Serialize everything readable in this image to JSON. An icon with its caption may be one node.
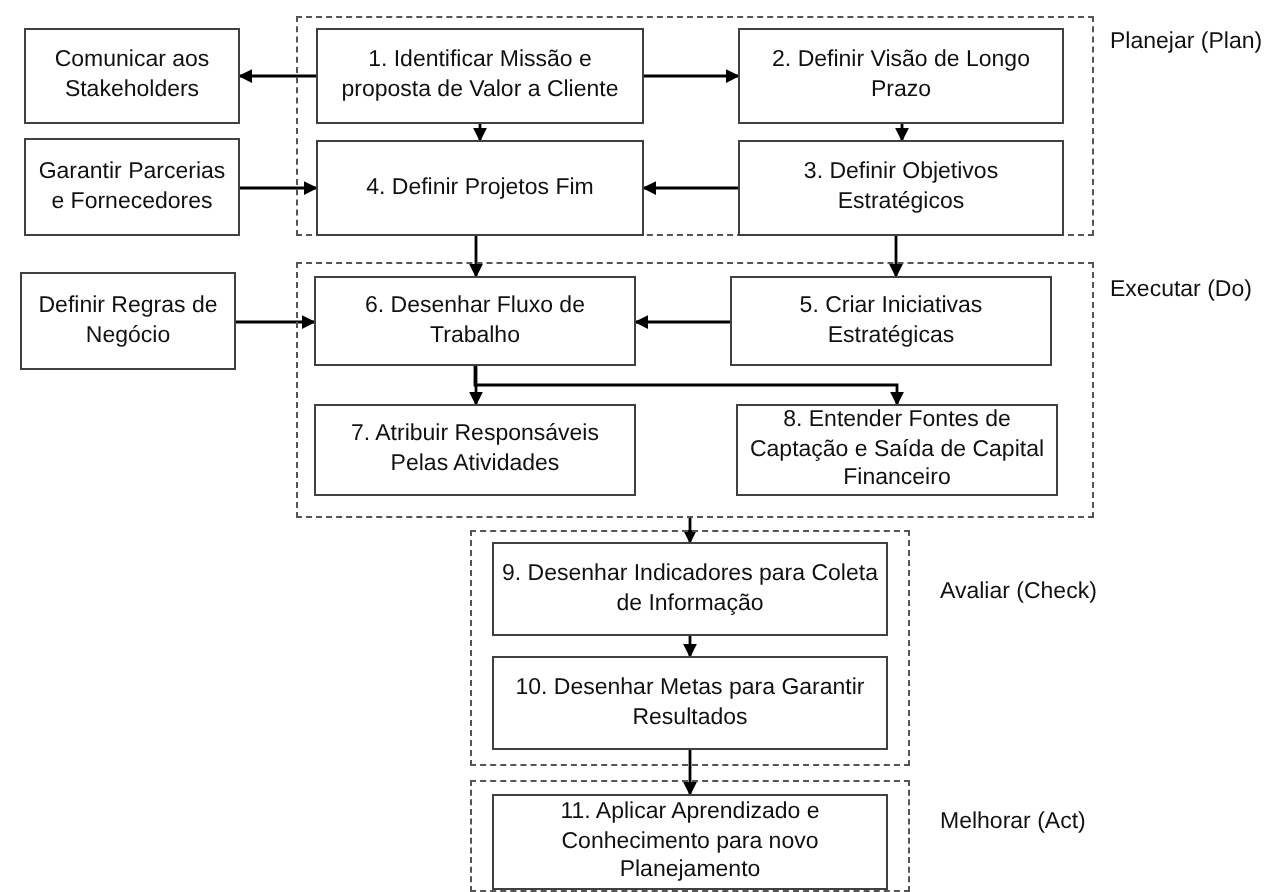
{
  "diagram": {
    "nodes": [
      {
        "text": [
          "Planejar (Plan)"
        ]
      },
      {
        "text": [
          "Comunicar aos Stakeholders"
        ]
      },
      {
        "text": [
          "1. Identificar Missão e proposta de Valor a Cliente"
        ],
        "in": 0
      },
      {
        "text": [
          "2. Definir Visão de Longo Prazo"
        ],
        "in": 0
      },
      {
        "text": [
          "Garantir Parcerias e Fornecedores"
        ]
      },
      {
        "text": [
          "4. Definir Projetos Fim"
        ],
        "in": 0
      },
      {
        "text": [
          "3. Definir Objetivos Estratégicos"
        ],
        "in": 0
      },
      {
        "text": [
          "Executar (Do)"
        ]
      },
      {
        "text": [
          "Definir Regras de Negócio"
        ]
      },
      {
        "text": [
          "6. Desenhar Fluxo de Trabalho"
        ],
        "in": 7
      },
      {
        "text": [
          "5. Criar Iniciativas Estratégicas"
        ],
        "in": 7
      },
      {
        "text": [
          "7. Atribuir Responsáveis Pelas Atividades"
        ],
        "in": 7
      },
      {
        "text": [
          "8. Entender Fontes de Captação e Saída de Capital Financeiro"
        ],
        "in": 7
      },
      {
        "text": [
          "Avaliar (Check)"
        ]
      },
      {
        "text": [
          "9. Desenhar Indicadores para Coleta de Informação"
        ],
        "in": 13
      },
      {
        "text": [
          "10. Desenhar Metas para Garantir Resultados"
        ],
        "in": 13
      },
      {
        "text": [
          "Melhorar (Act)"
        ]
      },
      {
        "text": [
          "11. Aplicar Aprendizado e Conhecimento para novo Planejamento"
        ],
        "in": 16
      }
    ],
    "edges": [
      {
        "from": 2,
        "to": 1,
        "arrow": "to"
      },
      {
        "from": 2,
        "to": 3,
        "arrow": "to"
      },
      {
        "from": 2,
        "to": 5,
        "arrow": "to"
      },
      {
        "from": 4,
        "to": 5,
        "arrow": "to"
      },
      {
        "from": 3,
        "to": 6,
        "arrow": "to"
      },
      {
        "from": 6,
        "to": 5,
        "arrow": "to"
      },
      {
        "from": 5,
        "to": 9,
        "arrow": "to"
      },
      {
        "from": 6,
        "to": 10,
        "arrow": "to"
      },
      {
        "from": 8,
        "to": 9,
        "arrow": "to"
      },
      {
        "from": 10,
        "to": 9,
        "arrow": "to"
      },
      {
        "from": 9,
        "to": 11,
        "arrow": "to"
      },
      {
        "from": 9,
        "to": 12,
        "arrow": "to"
      },
      {
        "from": 7,
        "to": 14,
        "arrow": "to"
      },
      {
        "from": 14,
        "to": 15,
        "arrow": "to"
      },
      {
        "from": 15,
        "to": 17,
        "arrow": "to"
      }
    ]
  }
}
